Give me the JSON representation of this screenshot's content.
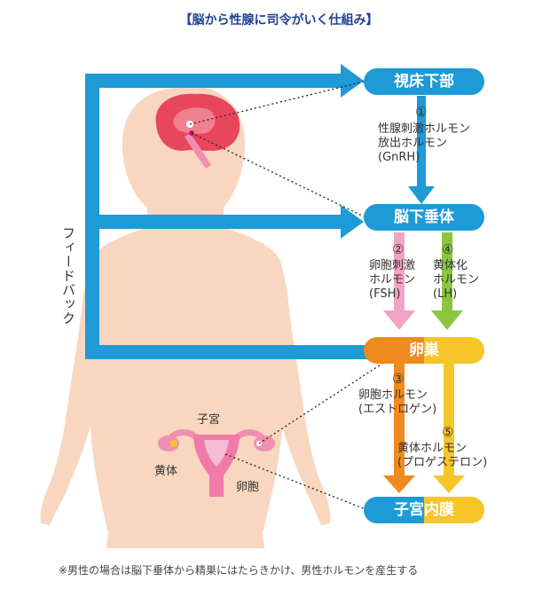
{
  "title": "【脳から性腺に司令がいく仕組み】",
  "boxes": {
    "hypothalamus": "視床下部",
    "pituitary": "脳下垂体",
    "ovary": "卵巣",
    "endometrium": "子宮内膜"
  },
  "steps": [
    {
      "num": "①",
      "lines": [
        "性腺刺激ホルモン",
        "放出ホルモン",
        "(GnRH)"
      ]
    },
    {
      "num": "②",
      "lines": [
        "卵胞刺激",
        "ホルモン",
        "(FSH)"
      ]
    },
    {
      "num": "④",
      "lines": [
        "黄体化",
        "ホルモン",
        "(LH)"
      ]
    },
    {
      "num": "③",
      "lines": [
        "卵胞ホルモン",
        "(エストロゲン)"
      ]
    },
    {
      "num": "⑤",
      "lines": [
        "黄体ホルモン",
        "(プロゲステロン)"
      ]
    }
  ],
  "feedback_label": "フィードバック",
  "body_labels": {
    "uterus": "子宮",
    "corpus_luteum": "黄体",
    "follicle": "卵胞"
  },
  "footnote": "※男性の場合は脳下垂体から精巣にはたらきかけ、男性ホルモンを産生する",
  "colors": {
    "blue": "#1e9ad6",
    "title": "#1f3f93",
    "skin": "#f8d6bf",
    "pink": "#f4a3c4",
    "green": "#8cc63f",
    "orange": "#ef8a1f",
    "yellow": "#f6c52a",
    "brain": "#e8465b"
  }
}
